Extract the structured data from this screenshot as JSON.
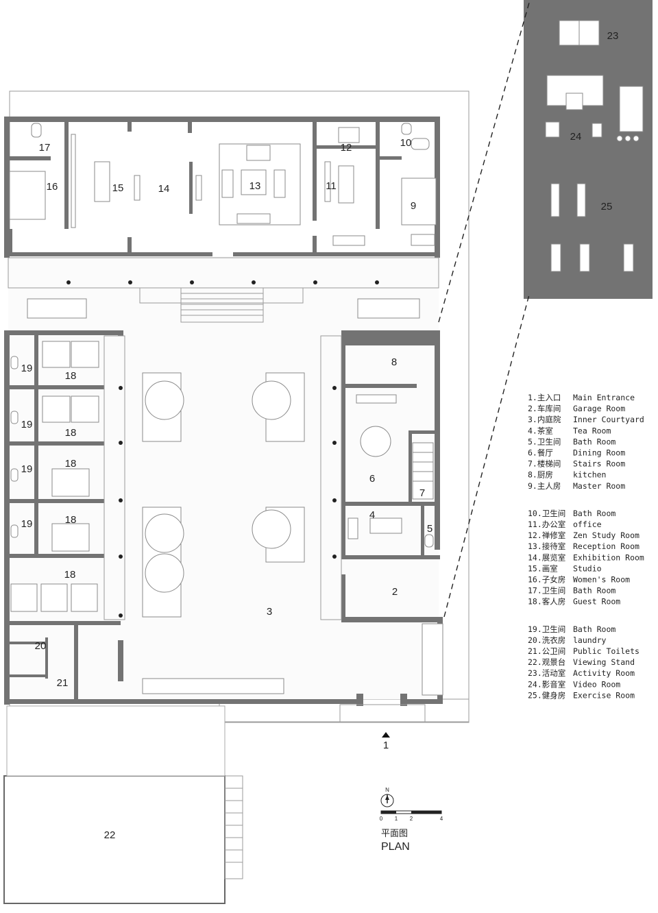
{
  "rooms": [
    {
      "n": "1",
      "cn": "主入口",
      "en": "Main Entrance"
    },
    {
      "n": "2",
      "cn": "车库间",
      "en": "Garage Room"
    },
    {
      "n": "3",
      "cn": "内庭院",
      "en": "Inner Courtyard"
    },
    {
      "n": "4",
      "cn": "茶室",
      "en": "Tea Room"
    },
    {
      "n": "5",
      "cn": "卫生间",
      "en": "Bath Room"
    },
    {
      "n": "6",
      "cn": "餐厅",
      "en": "Dining Room"
    },
    {
      "n": "7",
      "cn": "楼梯间",
      "en": "Stairs Room"
    },
    {
      "n": "8",
      "cn": "厨房",
      "en": "kitchen"
    },
    {
      "n": "9",
      "cn": "主人房",
      "en": "Master Room"
    },
    {
      "n": "10",
      "cn": "卫生间",
      "en": "Bath Room"
    },
    {
      "n": "11",
      "cn": "办公室",
      "en": "office"
    },
    {
      "n": "12",
      "cn": "禅修室",
      "en": "Zen Study Room"
    },
    {
      "n": "13",
      "cn": "接待室",
      "en": "Reception Room"
    },
    {
      "n": "14",
      "cn": "展览室",
      "en": "Exhibition Room"
    },
    {
      "n": "15",
      "cn": "画室",
      "en": "Studio"
    },
    {
      "n": "16",
      "cn": "子女房",
      "en": "Women's Room"
    },
    {
      "n": "17",
      "cn": "卫生间",
      "en": "Bath Room"
    },
    {
      "n": "18",
      "cn": "客人房",
      "en": "Guest Room"
    },
    {
      "n": "19",
      "cn": "卫生间",
      "en": "Bath Room"
    },
    {
      "n": "20",
      "cn": "洗衣房",
      "en": "laundry"
    },
    {
      "n": "21",
      "cn": "公卫间",
      "en": "Public Toilets"
    },
    {
      "n": "22",
      "cn": "观景台",
      "en": "Viewing Stand"
    },
    {
      "n": "23",
      "cn": "活动室",
      "en": "Activity Room"
    },
    {
      "n": "24",
      "cn": "影音室",
      "en": "Video Room"
    },
    {
      "n": "25",
      "cn": "健身房",
      "en": "Exercise Room"
    }
  ],
  "title_cn": "平面图",
  "title_en": "PLAN",
  "north": "N",
  "scale_ticks": [
    "0",
    "1",
    "2",
    "4"
  ]
}
